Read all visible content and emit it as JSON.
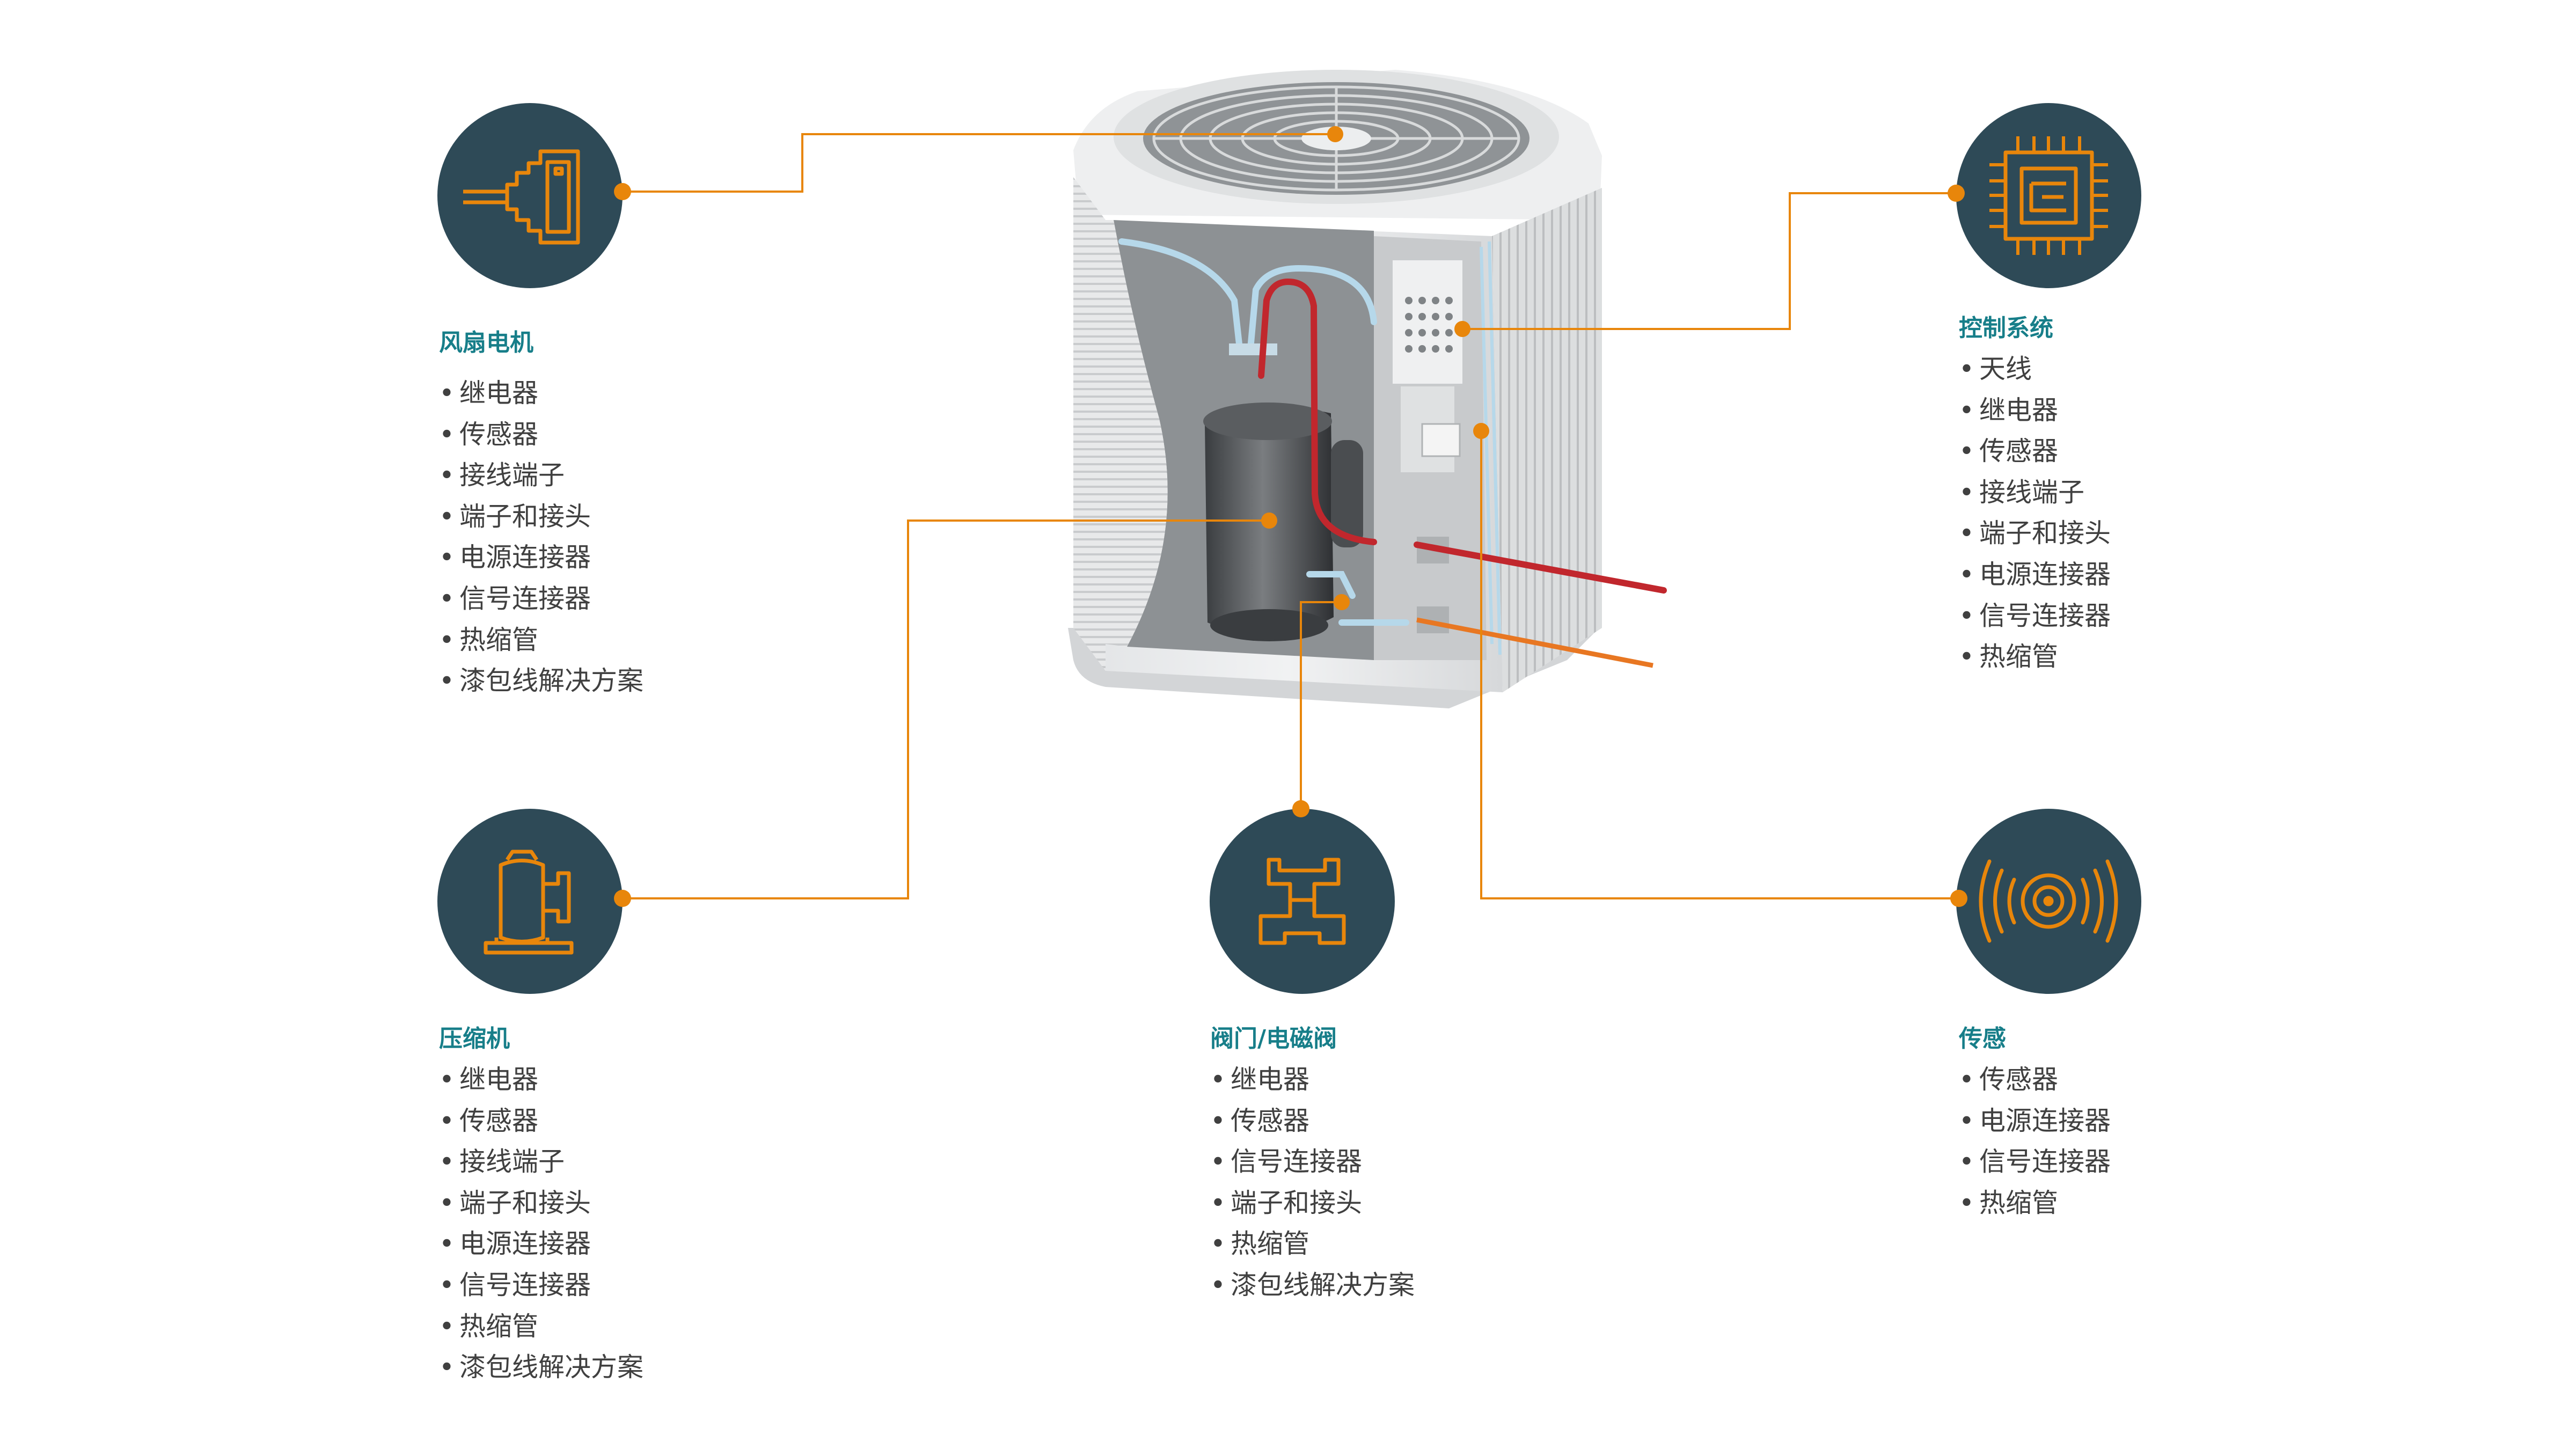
{
  "colors": {
    "accent": "#e8860b",
    "icon_bg": "#2e4a57",
    "title": "#177e89",
    "text": "#404040"
  },
  "sections": {
    "fan_motor": {
      "title": "风扇电机",
      "icon": "fan-motor-icon",
      "items": [
        "继电器",
        "传感器",
        "接线端子",
        "端子和接头",
        "电源连接器",
        "信号连接器",
        "热缩管",
        "漆包线解决方案"
      ]
    },
    "control_system": {
      "title": "控制系统",
      "icon": "chip-icon",
      "items": [
        "天线",
        "继电器",
        "传感器",
        "接线端子",
        "端子和接头",
        "电源连接器",
        "信号连接器",
        "热缩管"
      ]
    },
    "compressor": {
      "title": "压缩机",
      "icon": "compressor-icon",
      "items": [
        "继电器",
        "传感器",
        "接线端子",
        "端子和接头",
        "电源连接器",
        "信号连接器",
        "热缩管",
        "漆包线解决方案"
      ]
    },
    "valve": {
      "title": "阀门/电磁阀",
      "icon": "valve-icon",
      "items": [
        "继电器",
        "传感器",
        "信号连接器",
        "端子和接头",
        "热缩管",
        "漆包线解决方案"
      ]
    },
    "sensing": {
      "title": "传感",
      "icon": "sensor-signal-icon",
      "items": [
        "传感器",
        "电源连接器",
        "信号连接器",
        "热缩管"
      ]
    }
  }
}
